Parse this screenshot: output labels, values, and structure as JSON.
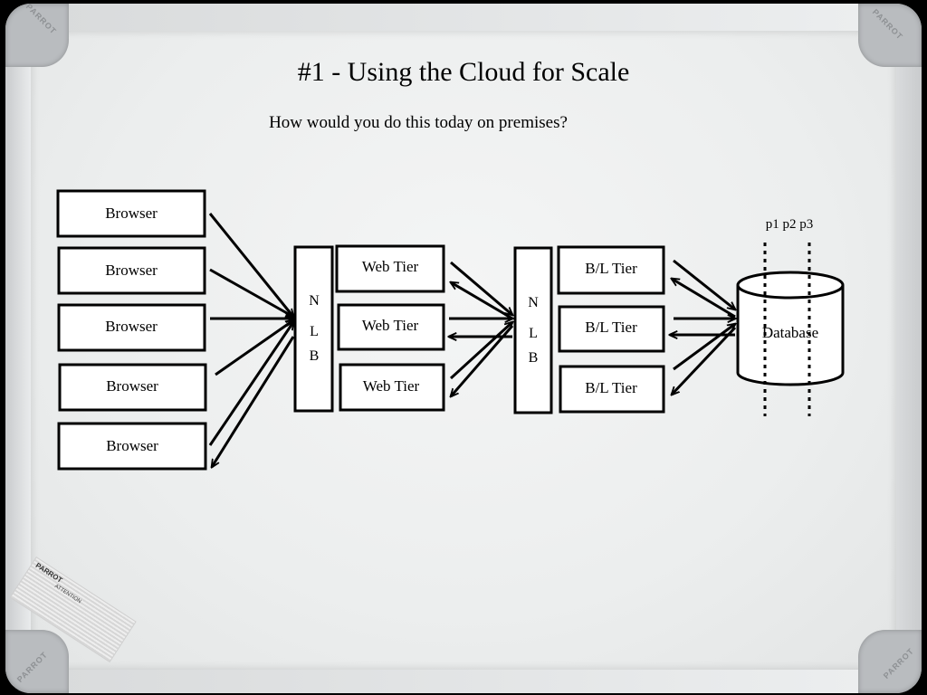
{
  "slide": {
    "title": "#1 - Using the Cloud for Scale",
    "subtitle": "How would you do this today on premises?"
  },
  "frame": {
    "brand": "PARROT",
    "sticker_brand": "PARROT",
    "sticker_attention": "ATTENTION"
  },
  "diagram": {
    "browsers": [
      "Browser",
      "Browser",
      "Browser",
      "Browser",
      "Browser"
    ],
    "nlb_letters": [
      "N",
      "L",
      "B"
    ],
    "web_tiers": [
      "Web Tier",
      "Web Tier",
      "Web Tier"
    ],
    "bl_tiers": [
      "B/L Tier",
      "B/L Tier",
      "B/L Tier"
    ],
    "database_label": "Database",
    "partitions_label": "p1 p2 p3"
  },
  "colors": {
    "ink": "#000000",
    "board": "#eef0f0"
  }
}
